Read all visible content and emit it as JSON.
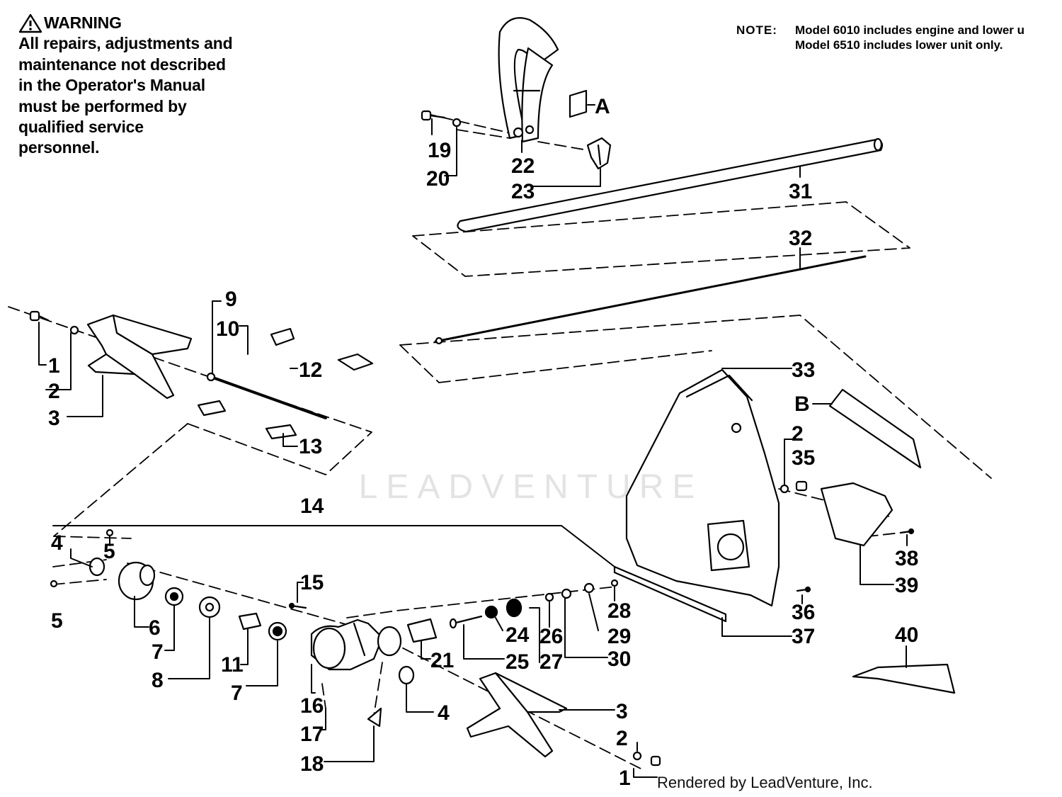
{
  "warning": {
    "title": "WARNING",
    "lines": [
      "All repairs, adjustments and",
      "maintenance not described",
      "in the Operator's Manual",
      "must be performed by",
      "qualified service",
      "personnel."
    ]
  },
  "note": {
    "label": "NOTE:",
    "line1": "Model 6010 includes engine and lower u",
    "line2": "Model 6510 includes lower unit only."
  },
  "watermark": "LEADVENTURE",
  "footer": "Rendered by LeadVenture, Inc.",
  "callouts": [
    {
      "id": "c19",
      "text": "19"
    },
    {
      "id": "c20",
      "text": "20"
    },
    {
      "id": "c22",
      "text": "22"
    },
    {
      "id": "c23",
      "text": "23"
    },
    {
      "id": "cA",
      "text": "A"
    },
    {
      "id": "c31",
      "text": "31"
    },
    {
      "id": "c32",
      "text": "32"
    },
    {
      "id": "c9",
      "text": "9"
    },
    {
      "id": "c10",
      "text": "10"
    },
    {
      "id": "c12",
      "text": "12"
    },
    {
      "id": "c13",
      "text": "13"
    },
    {
      "id": "c1a",
      "text": "1"
    },
    {
      "id": "c2a",
      "text": "2"
    },
    {
      "id": "c3a",
      "text": "3"
    },
    {
      "id": "c33",
      "text": "33"
    },
    {
      "id": "cB",
      "text": "B"
    },
    {
      "id": "c2b",
      "text": "2"
    },
    {
      "id": "c35",
      "text": "35"
    },
    {
      "id": "c14",
      "text": "14"
    },
    {
      "id": "c4a",
      "text": "4"
    },
    {
      "id": "c5a",
      "text": "5"
    },
    {
      "id": "c5b",
      "text": "5"
    },
    {
      "id": "c6",
      "text": "6"
    },
    {
      "id": "c7a",
      "text": "7"
    },
    {
      "id": "c8",
      "text": "8"
    },
    {
      "id": "c15",
      "text": "15"
    },
    {
      "id": "c11",
      "text": "11"
    },
    {
      "id": "c7b",
      "text": "7"
    },
    {
      "id": "c16",
      "text": "16"
    },
    {
      "id": "c17",
      "text": "17"
    },
    {
      "id": "c18",
      "text": "18"
    },
    {
      "id": "c21",
      "text": "21"
    },
    {
      "id": "c24",
      "text": "24"
    },
    {
      "id": "c25",
      "text": "25"
    },
    {
      "id": "c26",
      "text": "26"
    },
    {
      "id": "c27",
      "text": "27"
    },
    {
      "id": "c28",
      "text": "28"
    },
    {
      "id": "c29",
      "text": "29"
    },
    {
      "id": "c30",
      "text": "30"
    },
    {
      "id": "c36",
      "text": "36"
    },
    {
      "id": "c37",
      "text": "37"
    },
    {
      "id": "c38",
      "text": "38"
    },
    {
      "id": "c39",
      "text": "39"
    },
    {
      "id": "c40",
      "text": "40"
    },
    {
      "id": "c4b",
      "text": "4"
    },
    {
      "id": "c3b",
      "text": "3"
    },
    {
      "id": "c2c",
      "text": "2"
    },
    {
      "id": "c1b",
      "text": "1"
    }
  ]
}
